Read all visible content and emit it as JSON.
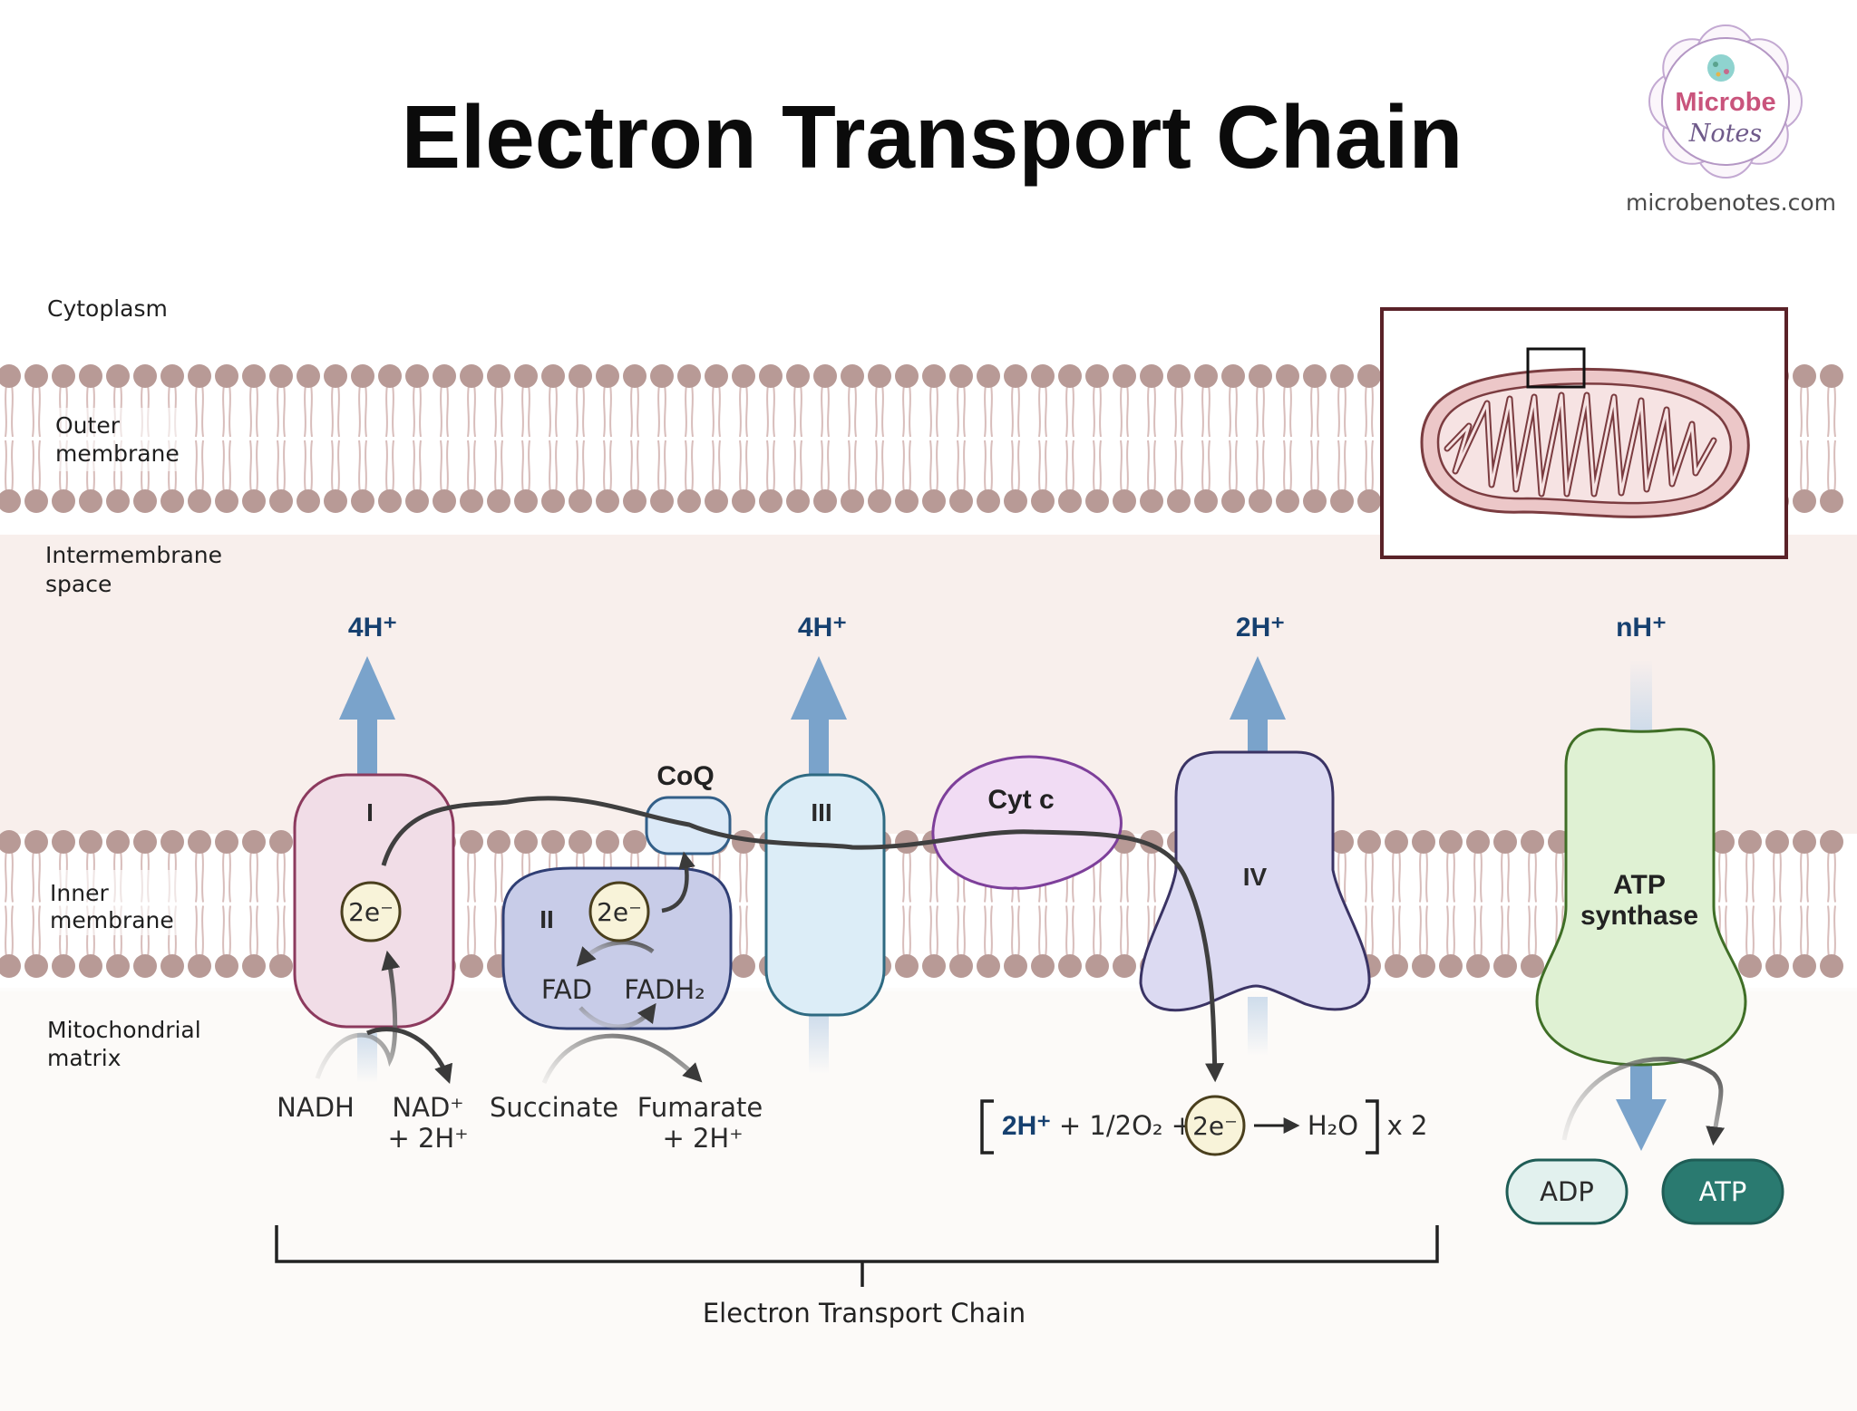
{
  "title": "Electron Transport Chain",
  "logo": {
    "line1": "Microbe",
    "line2": "Notes",
    "website": "microbenotes.com"
  },
  "regions": {
    "cytoplasm": "Cytoplasm",
    "outer_membrane": [
      "Outer",
      "membrane"
    ],
    "intermembrane_space": [
      "Intermembrane",
      "space"
    ],
    "inner_membrane": [
      "Inner",
      "membrane"
    ],
    "matrix": [
      "Mitochondrial",
      "matrix"
    ]
  },
  "complexes": {
    "I": "I",
    "II": "II",
    "III": "III",
    "IV": "IV",
    "coq": "CoQ",
    "cytc": "Cyt c",
    "atp_synthase": [
      "ATP",
      "synthase"
    ]
  },
  "protons": {
    "complex_I": "4H⁺",
    "complex_III": "4H⁺",
    "complex_IV": "2H⁺",
    "atp_synthase": "nH⁺"
  },
  "electrons": {
    "complex_I": "2e⁻",
    "complex_II": "2e⁻",
    "complex_IV": "2e⁻"
  },
  "complex_II_labels": {
    "fad": "FAD",
    "fadh2": "FADH₂"
  },
  "substrates": {
    "nadh": "NADH",
    "nad_plus": "NAD⁺",
    "nad_h": "+ 2H⁺",
    "succinate": "Succinate",
    "fumarate": "Fumarate",
    "fumarate_h": "+ 2H⁺"
  },
  "water_reaction": {
    "protons": "2H⁺",
    "oxygen": "+ 1/2O₂ +",
    "product": "H₂O",
    "multiplier": "x 2"
  },
  "atp": {
    "adp": "ADP",
    "atp": "ATP"
  },
  "bracket_label": "Electron Transport Chain",
  "colors": {
    "proton_text": "#16406f",
    "proton_arrow": "#7aa3cb",
    "lipid_head": "#b89a96",
    "lipid_tail": "#d8bdbb",
    "complex_I_fill": "#f1dde7",
    "complex_II_fill": "#c8cce8",
    "complex_III_fill": "#dcedf7",
    "complex_IV_fill": "#dcdaf2",
    "cytc_fill": "#f1dcf4",
    "atp_synthase_fill": "#dff1d3",
    "atp_fill": "#2a7a70",
    "electron_fill": "#f8f3d9"
  }
}
